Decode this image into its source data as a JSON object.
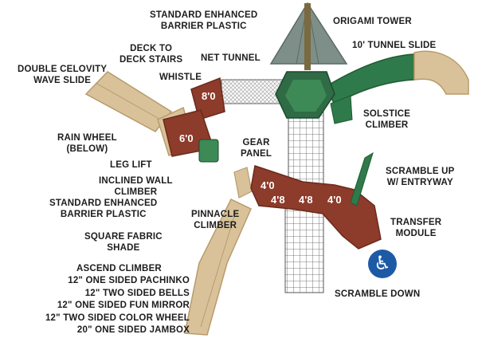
{
  "labels": {
    "barrier_top": "STANDARD ENHANCED\nBARRIER PLASTIC",
    "origami_tower": "ORIGAMI TOWER",
    "deck_stairs": "DECK TO\nDECK STAIRS",
    "tunnel_slide": "10' TUNNEL SLIDE",
    "net_tunnel": "NET TUNNEL",
    "double_wave": "DOUBLE CELOVITY\nWAVE SLIDE",
    "whistle": "WHISTLE",
    "solstice": "SOLSTICE\nCLIMBER",
    "rain_wheel": "RAIN WHEEL\n(BELOW)",
    "gear_panel": "GEAR\nPANEL",
    "leg_lift": "LEG LIFT",
    "scramble_up": "SCRAMBLE UP\nW/ ENTRYWAY",
    "inclined_wall": "INCLINED WALL\nCLIMBER",
    "barrier_mid": "STANDARD ENHANCED\nBARRIER PLASTIC",
    "pinnacle": "PINNACLE\nCLIMBER",
    "transfer": "TRANSFER\nMODULE",
    "square_shade": "SQUARE FABRIC\nSHADE",
    "scramble_down": "SCRAMBLE DOWN"
  },
  "ascend": {
    "title": "ASCEND CLIMBER",
    "items": [
      "12\" ONE SIDED PACHINKO",
      "12\" TWO SIDED BELLS",
      "12\" ONE SIDED FUN MIRROR",
      "12\" TWO SIDED COLOR WHEEL",
      "20\" ONE SIDED JAMBOX"
    ]
  },
  "decks": {
    "upper_top": "8'0",
    "upper_bottom": "6'0",
    "lower_a": "4'0",
    "lower_b": "4'8",
    "lower_c": "4'8",
    "lower_d": "4'0"
  },
  "icons": {
    "accessible": "wheelchair-icon"
  },
  "colors": {
    "deck": "#8d3b2a",
    "slide_tan": "#d9c29a",
    "tunnel_green": "#2f7a4a",
    "roof_gray": "#7d8f88",
    "accessible_blue": "#1d5aa6"
  }
}
